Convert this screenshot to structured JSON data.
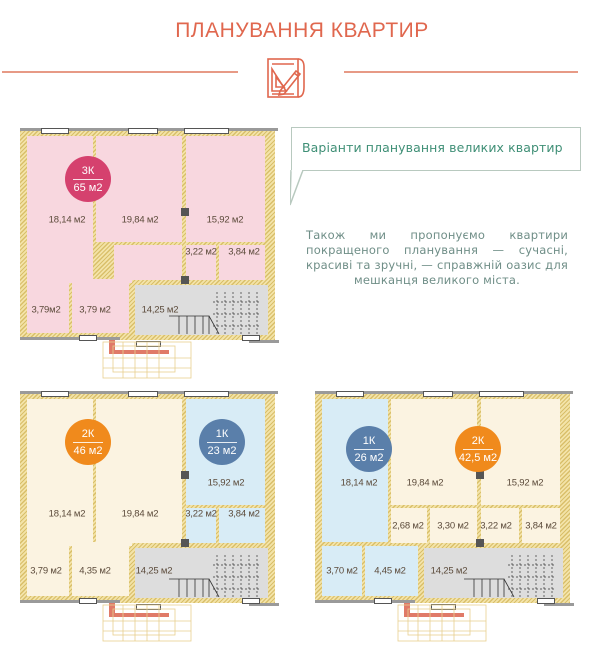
{
  "header": {
    "title": "ПЛАНУВАННЯ КВАРТИР",
    "icon": "blueprint-pencil-icon",
    "accent_color": "#e0674e"
  },
  "callout": {
    "text": "Варіанти планування великих квартир",
    "text_color": "#3f8f76",
    "border_color": "#b8c9bf"
  },
  "description": "Також ми пропонуємо квартири покращеного планування — сучасні, красиві та зручні, — справжній оазис для мешканця великого міста.",
  "plans": [
    {
      "name": "Plan 3K",
      "apartments": [
        {
          "type": "3К",
          "area": "65 м2",
          "color": "#d5416e"
        }
      ],
      "rooms": {
        "left": "18,14 м2",
        "middle": "19,84 м2",
        "right": "15,92 м2",
        "small_a": "3,22 м2",
        "small_b": "3,84 м2",
        "bottom_a": "3,79м2",
        "bottom_b": "3,79 м2",
        "stair": "14,25 м2"
      }
    },
    {
      "name": "Plan 2K + 1K",
      "apartments": [
        {
          "type": "2К",
          "area": "46 м2",
          "color": "#f08a1c"
        },
        {
          "type": "1К",
          "area": "23 м2",
          "color": "#5a7faa"
        }
      ],
      "rooms": {
        "left": "18,14 м2",
        "middle": "19,84 м2",
        "right": "15,92 м2",
        "small_a": "3,22 м2",
        "small_b": "3,84 м2",
        "bottom_a": "3,79 м2",
        "bottom_b": "4,35 м2",
        "stair": "14,25 м2"
      }
    },
    {
      "name": "Plan 1K + 2K",
      "apartments": [
        {
          "type": "1К",
          "area": "26 м2",
          "color": "#5a7faa"
        },
        {
          "type": "2К",
          "area": "42,5 м2",
          "color": "#f08a1c"
        }
      ],
      "rooms": {
        "left": "18,14 м2",
        "middle": "19,84 м2",
        "right": "15,92 м2",
        "small_c": "2,68 м2",
        "small_d": "3,30 м2",
        "small_a": "3,22 м2",
        "small_b": "3,84 м2",
        "bottom_a": "3,70 м2",
        "bottom_b": "4,45 м2",
        "stair": "14,25 м2"
      }
    }
  ]
}
